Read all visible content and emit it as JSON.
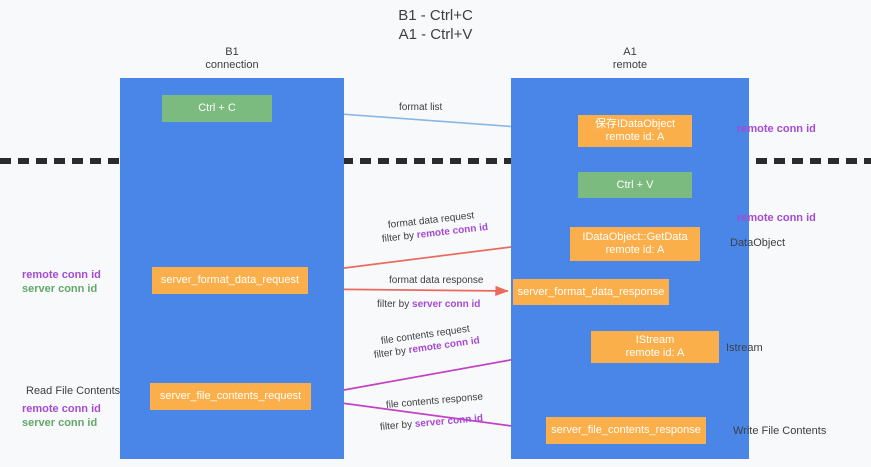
{
  "title": "B1 - Ctrl+C\nA1 - Ctrl+V",
  "lanes": [
    {
      "id": "b1",
      "header": "B1\nconnection",
      "color": "#4a86e8"
    },
    {
      "id": "a1",
      "header": "A1\nremote",
      "color": "#4a86e8"
    }
  ],
  "boxes": {
    "ctrl_c": "Ctrl + C",
    "save_idataobject": "保存IDataObject\nremote id: A",
    "ctrl_v": "Ctrl + V",
    "getdata": "IDataObject::GetData\nremote id: A",
    "server_format_data_request": "server_format_data_request",
    "server_format_data_response": "server_format_data_response",
    "istream": "IStream\nremote id: A",
    "server_file_contents_request": "server_file_contents_request",
    "server_file_contents_response": "server_file_contents_response"
  },
  "edge_labels": {
    "format_list": "format list",
    "format_data_request": "format data request",
    "filter_by": "filter by ",
    "remote_conn_id": "remote conn id",
    "server_conn_id": "server conn id",
    "format_data_response": "format data response",
    "file_contents_request": "file contents request",
    "file_contents_response": "file contents response"
  },
  "annotations": {
    "remote_conn_id": "remote conn id",
    "server_conn_id": "server conn id",
    "dataobject": "DataObject",
    "istream": "Istream",
    "read_file_contents": "Read File Contents",
    "write_file_contents": "Write File Contents"
  },
  "colors": {
    "lane": "#4a86e8",
    "green_box": "#7cbb7f",
    "orange_box": "#fbaf4b",
    "purple": "#a64ad4",
    "green_text": "#62a86a",
    "red_arrow": "#ea6a5e",
    "magenta_arrow": "#c341c3",
    "blue_arrow": "#8ab6e8",
    "black_arrow": "#202124",
    "divider": "#2b2b2b",
    "background": "#f8f9fa"
  }
}
